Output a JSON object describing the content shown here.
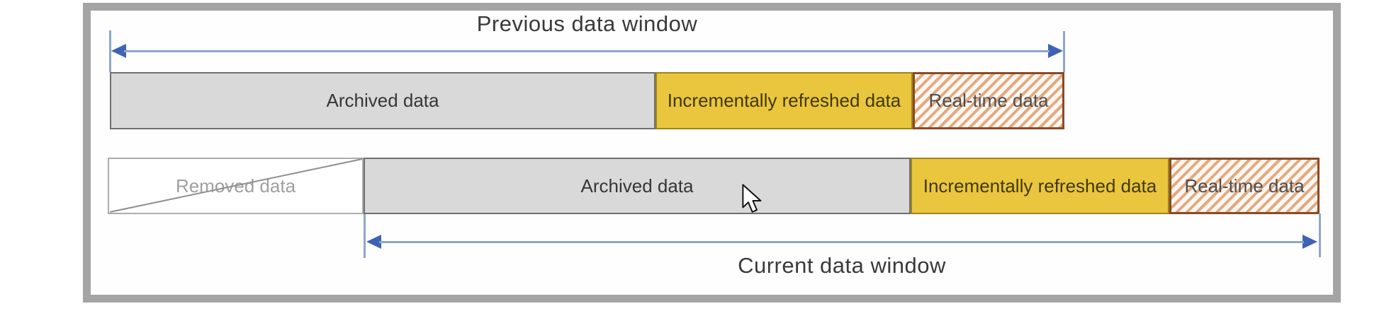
{
  "previous_window": {
    "title": "Previous data window",
    "bars": [
      {
        "label": "Archived data"
      },
      {
        "label": "Incrementally refreshed data"
      },
      {
        "label": "Real-time data"
      }
    ]
  },
  "current_window": {
    "title": "Current data window",
    "removed": {
      "label": "Removed data"
    },
    "bars": [
      {
        "label": "Archived data"
      },
      {
        "label": "Incrementally refreshed data"
      },
      {
        "label": "Real-time data"
      }
    ]
  },
  "colors": {
    "frame_border": "#a4a4a4",
    "archived_fill": "#d9d9d9",
    "archived_border": "#6f6f6f",
    "incremental_fill": "#e9c63e",
    "incremental_border": "#9d861d",
    "realtime_stripe": "#e2aa80",
    "realtime_border": "#8a4a26",
    "removed_border": "#acacac",
    "removed_text": "#9f9f9f",
    "arrow_line": "#8fa5cc",
    "arrow_head": "#3e62b5",
    "title_text": "#3a3a3a"
  }
}
